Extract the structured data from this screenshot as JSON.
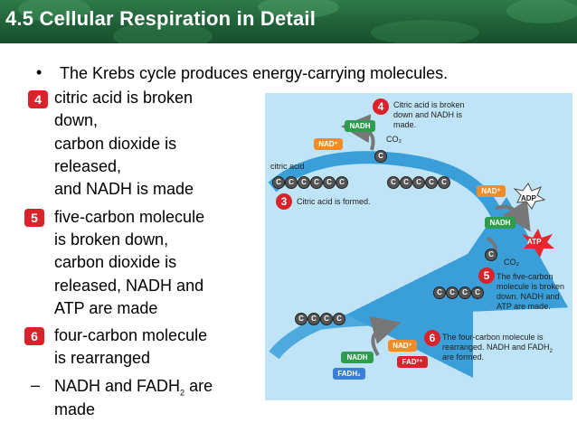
{
  "header": {
    "title": "4.5 Cellular Respiration in Detail"
  },
  "slide": {
    "main_bullet": "The Krebs cycle produces energy-carrying molecules.",
    "items": [
      {
        "badge": "4",
        "lines": [
          "citric acid is broken",
          "down,",
          "carbon dioxide is",
          "released,",
          "and NADH is made"
        ]
      },
      {
        "badge": "5",
        "lines": [
          "five-carbon molecule",
          "is broken down,",
          "carbon dioxide is",
          "released, NADH and",
          "ATP are made"
        ]
      },
      {
        "badge": "6",
        "lines": [
          "four-carbon molecule",
          "is rearranged"
        ]
      }
    ],
    "last_item": {
      "dash": "–",
      "lines": [
        "NADH and FADH",
        "2",
        " are",
        "made"
      ]
    }
  },
  "diagram": {
    "step4": {
      "badge": "4",
      "text": [
        "Citric acid is broken",
        "down and NADH is",
        "made."
      ]
    },
    "step3": {
      "badge": "3",
      "text": "Citric acid is formed."
    },
    "step5": {
      "badge": "5",
      "text": [
        "The five-carbon",
        "molecule is broken",
        "down. NADH and",
        "ATP are made."
      ]
    },
    "step6": {
      "badge": "6",
      "text": [
        "The four-carbon molecule is",
        "rearranged. NADH and FADH",
        "2",
        "are formed."
      ]
    },
    "labels": {
      "citric_acid": "citric acid",
      "nad_plus": "NAD⁺",
      "nadh": "NADH",
      "co2": "CO₂",
      "c": "C",
      "adp": "ADP",
      "atp": "ATP",
      "fad": "FAD²⁺",
      "fadh2": "FADH₂"
    },
    "colors": {
      "panel": "#bfe4f7",
      "arrow": "#3a9fd8",
      "badge": "#d8232a",
      "nadh": "#2e9e4e",
      "nad": "#f28c28",
      "adp": "#ffffff",
      "atp": "#e7262d",
      "fad": "#d8232a",
      "fadh": "#3a7fd8"
    }
  }
}
